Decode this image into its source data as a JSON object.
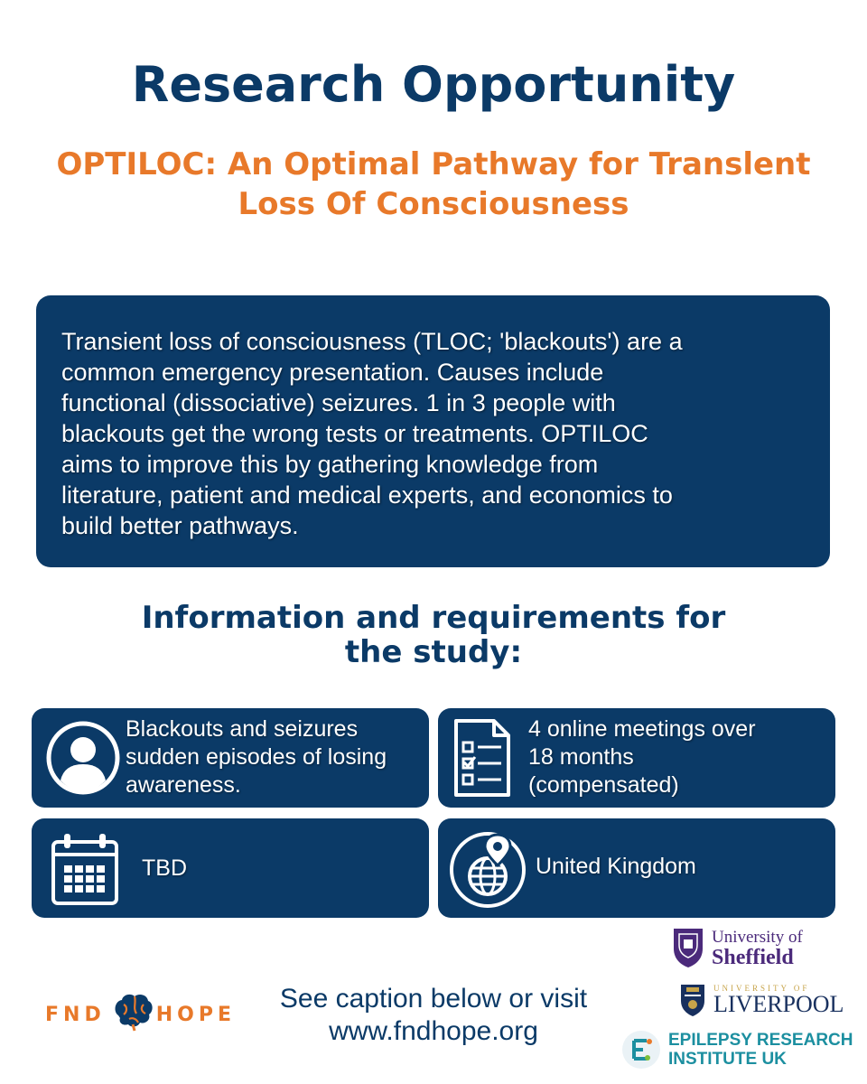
{
  "title": "Research Opportunity",
  "subtitle": "OPTILOC: An Optimal Pathway for Translent Loss Of Consciousness",
  "summary": {
    "lines": [
      "Transient loss of consciousness (TLOC; 'blackouts') are a",
      "common emergency presentation. Causes include",
      "functional (dissociative) seizures. 1 in 3 people with",
      "blackouts get the wrong tests or treatments. OPTILOC",
      "aims to improve this by gathering knowledge from",
      "literature, patient and medical experts, and economics to",
      "build better pathways."
    ]
  },
  "section_heading": {
    "line1": "Information and requirements for",
    "line2": "the study:"
  },
  "cards": {
    "participants": {
      "icon": "person-icon",
      "lines": [
        "Blackouts and seizures",
        "sudden episodes of losing",
        "awareness."
      ]
    },
    "meetings": {
      "icon": "checklist-icon",
      "lines": [
        "4 online meetings over",
        "18 months",
        "(compensated)"
      ]
    },
    "dates": {
      "icon": "calendar-icon",
      "lines": [
        "TBD"
      ]
    },
    "location": {
      "icon": "globe-location-icon",
      "lines": [
        "United Kingdom"
      ]
    }
  },
  "footer": {
    "brand_left": "FND",
    "brand_right": "HOPE",
    "visit_line1": "See caption below or visit",
    "visit_line2": "www.fndhope.org",
    "logos": {
      "sheffield_line1": "University of",
      "sheffield_line2": "Sheffield",
      "liverpool_line1": "UNIVERSITY OF",
      "liverpool_line2": "LIVERPOOL",
      "epilepsy_line1": "EPILEPSY RESEARCH",
      "epilepsy_line2": "INSTITUTE UK"
    }
  },
  "colors": {
    "navy": "#0b3a67",
    "orange": "#e8792a"
  }
}
